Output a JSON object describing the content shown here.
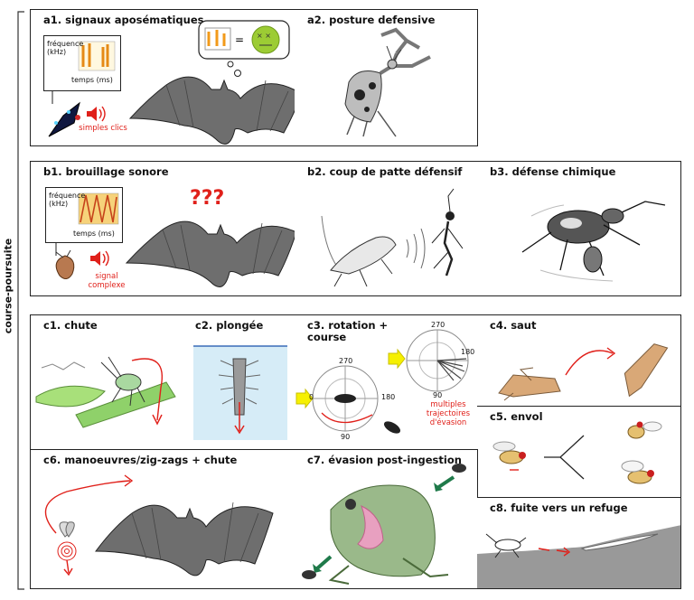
{
  "side_label": "course-poursuite",
  "panels": {
    "a1": {
      "title": "a1. signaux aposématiques",
      "spec_ylabel": "fréquence (kHz)",
      "spec_xlabel": "temps (ms)",
      "sound_label": "simples clics"
    },
    "a2": {
      "title": "a2. posture defensive"
    },
    "b1": {
      "title": "b1. brouillage sonore",
      "spec_ylabel": "fréquence (kHz)",
      "spec_xlabel": "temps (ms)",
      "confusion": "???",
      "sound_label": "signal complexe"
    },
    "b2": {
      "title": "b2. coup de patte défensif"
    },
    "b3": {
      "title": "b3. défense chimique"
    },
    "c1": {
      "title": "c1. chute"
    },
    "c2": {
      "title": "c2. plongée"
    },
    "c3": {
      "title": "c3. rotation + course",
      "polar_big": [
        "270",
        "0",
        "180",
        "90"
      ],
      "polar_small": [
        "270",
        "180",
        "90"
      ],
      "note": "multiples trajectoires d'évasion"
    },
    "c4": {
      "title": "c4. saut"
    },
    "c5": {
      "title": "c5. envol"
    },
    "c6": {
      "title": "c6. manoeuvres/zig-zags + chute"
    },
    "c7": {
      "title": "c7. évasion post-ingestion"
    },
    "c8": {
      "title": "c8. fuite vers un refuge"
    }
  },
  "colors": {
    "accent_red": "#e0201a",
    "bat": "#6e6e6e",
    "leaf": "#8fd16a",
    "water": "#d6ecf7",
    "arrow_yellow": "#f6f000",
    "arrow_green": "#1f7a4a"
  }
}
